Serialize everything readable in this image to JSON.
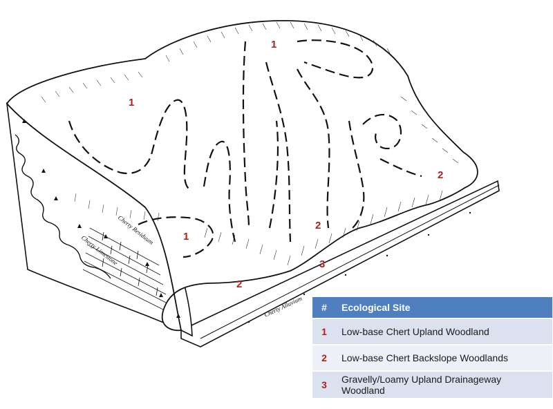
{
  "diagram": {
    "site_labels": [
      "1",
      "1",
      "1",
      "2",
      "2",
      "2",
      "3"
    ],
    "geology_labels": {
      "residuum": "Cherty Residuum",
      "limestone": "Cherty Limestone",
      "alluvium": "Cherty Alluvium"
    }
  },
  "legend": {
    "header_num": "#",
    "header_label": "Ecological Site",
    "rows": [
      {
        "num": "1",
        "label": "Low-base Chert Upland Woodland"
      },
      {
        "num": "2",
        "label": "Low-base Chert Backslope Woodlands"
      },
      {
        "num": "3",
        "label": "Gravelly/Loamy Upland Drainageway Woodland"
      }
    ]
  },
  "colors": {
    "header_bg": "#4f7fbf",
    "row_bg": "#dbe1ee",
    "site_number": "#b21e1e",
    "line_art": "#111111"
  }
}
